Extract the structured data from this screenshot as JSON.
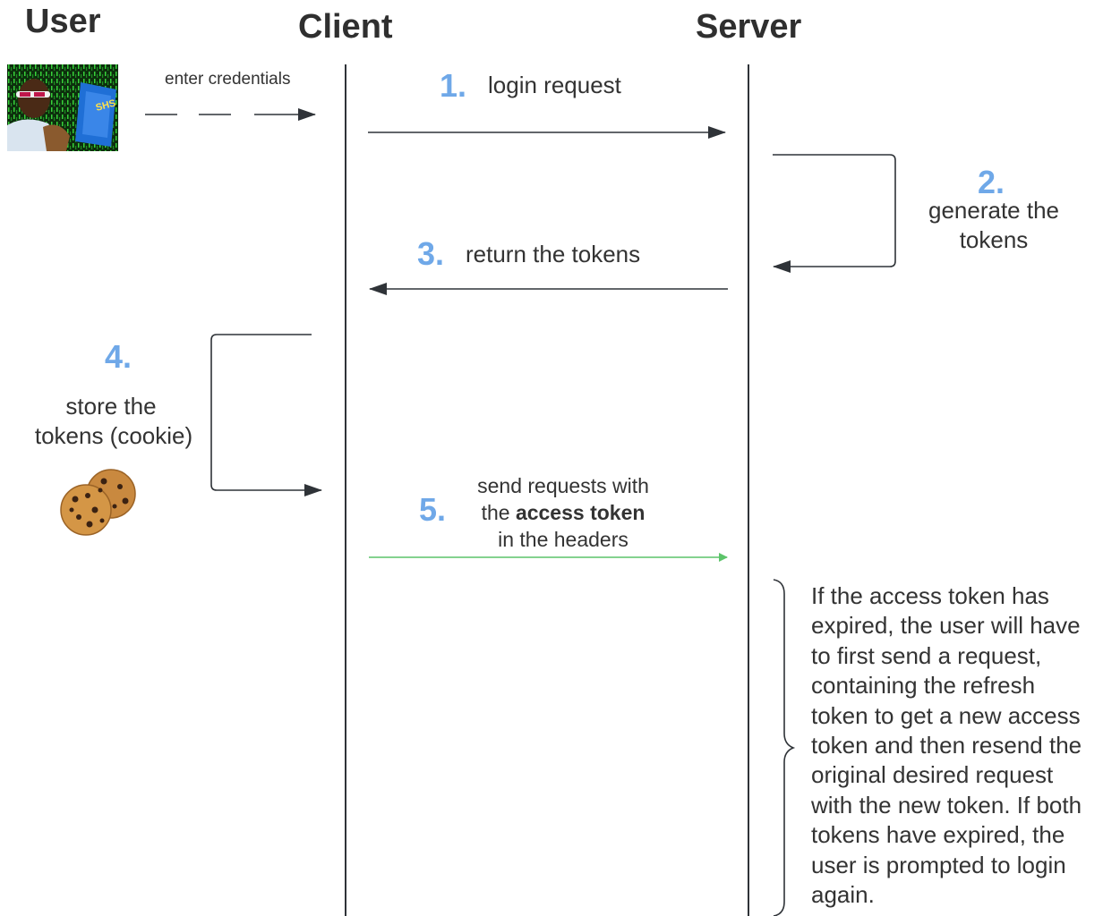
{
  "headers": {
    "user": "User",
    "client": "Client",
    "server": "Server"
  },
  "user_action": "enter credentials",
  "steps": [
    {
      "number": "1.",
      "label": "login request"
    },
    {
      "number": "2.",
      "label_line1": "generate the",
      "label_line2": "tokens"
    },
    {
      "number": "3.",
      "label": "return the tokens"
    },
    {
      "number": "4.",
      "label_line1": "store the",
      "label_line2": "tokens (cookie)"
    },
    {
      "number": "5.",
      "label_line1": "send requests with",
      "label_line2_pre": "the ",
      "label_line2_bold": "access token",
      "label_line3": "in the headers"
    }
  ],
  "note": [
    "If the access token has",
    "expired, the user will have",
    "to first send a request,",
    "containing the refresh",
    "token to get a new access",
    "token and then resend the",
    "original desired request",
    "with the new token. If both",
    "tokens have expired, the",
    "user is prompted to login",
    "again."
  ],
  "colors": {
    "step_number": "#6fa8e8",
    "line": "#2f3338",
    "green_arrow": "#5cc46a"
  },
  "icons": {
    "avatar": "user-avatar-image",
    "cookies": "cookie-icon"
  }
}
